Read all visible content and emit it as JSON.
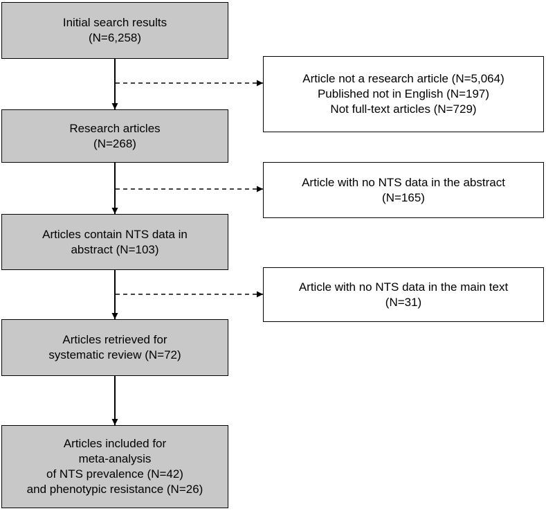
{
  "main_boxes": [
    {
      "lines": [
        "Initial search results",
        "(N=6,258)"
      ]
    },
    {
      "lines": [
        "Research articles",
        "(N=268)"
      ]
    },
    {
      "lines": [
        "Articles contain NTS data in",
        "abstract (N=103)"
      ]
    },
    {
      "lines": [
        "Articles retrieved for",
        "systematic review (N=72)"
      ]
    },
    {
      "lines": [
        "Articles included for",
        "meta-analysis",
        "of NTS prevalence (N=42)",
        "and phenotypic resistance (N=26)"
      ]
    }
  ],
  "exclusion_boxes": [
    {
      "lines": [
        "Article not a research article (N=5,064)",
        "Published not in English (N=197)",
        "Not full-text articles (N=729)"
      ]
    },
    {
      "lines": [
        "Article with no NTS data in the abstract",
        "(N=165)"
      ]
    },
    {
      "lines": [
        "Article with no NTS data in the main text",
        "(N=31)"
      ]
    }
  ],
  "colors": {
    "main_fill": "#c8c8c8",
    "side_fill": "#ffffff",
    "stroke": "#000000"
  }
}
